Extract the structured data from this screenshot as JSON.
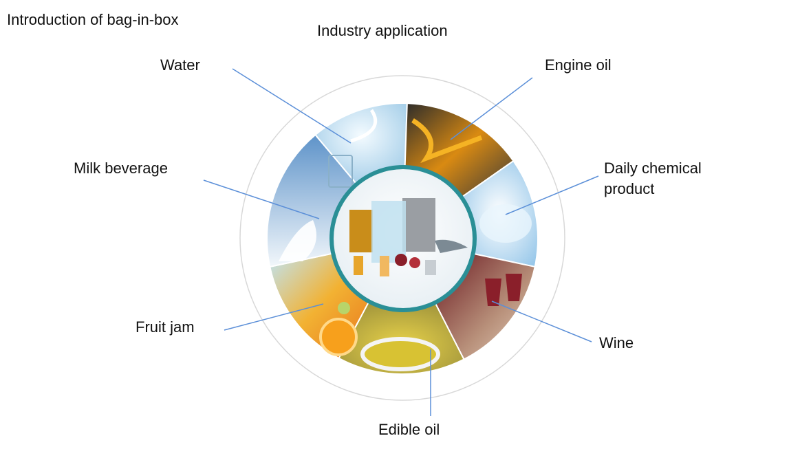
{
  "page_title": "Introduction of bag-in-box",
  "section_title": "Industry application",
  "colors": {
    "leader_line": "#5b8fd8",
    "hub_ring": "#2a8f96",
    "outer_ring": "#d8d8d8"
  },
  "labels": {
    "water": "Water",
    "engine_oil": "Engine oil",
    "milk_beverage": "Milk beverage",
    "daily_chemical": "Daily chemical\nproduct",
    "fruit_jam": "Fruit jam",
    "wine": "Wine",
    "edible_oil": "Edible oil"
  }
}
